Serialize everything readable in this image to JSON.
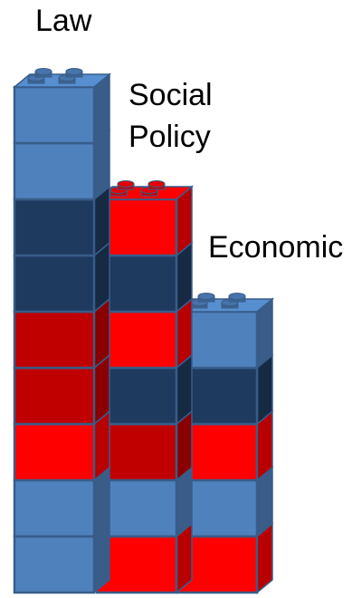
{
  "labels": {
    "law": "Law",
    "social_policy_line1": "Social",
    "social_policy_line2": "Policy",
    "economic": "Economic"
  },
  "colors": {
    "light_blue": "#4f81bd",
    "dark_navy": "#1f3a5f",
    "bright_red": "#ff0000",
    "dark_red": "#c00000",
    "outline": "#385d8a"
  },
  "columns": [
    {
      "name": "Law",
      "blocks_bottom_to_top": [
        "light_blue",
        "light_blue",
        "bright_red",
        "dark_red",
        "dark_red",
        "dark_navy",
        "dark_navy",
        "light_blue",
        "light_blue"
      ]
    },
    {
      "name": "Social Policy",
      "blocks_bottom_to_top": [
        "bright_red",
        "light_blue",
        "dark_red",
        "dark_navy",
        "bright_red",
        "dark_navy",
        "bright_red"
      ]
    },
    {
      "name": "Economic",
      "blocks_bottom_to_top": [
        "bright_red",
        "light_blue",
        "bright_red",
        "dark_navy",
        "light_blue"
      ]
    }
  ]
}
